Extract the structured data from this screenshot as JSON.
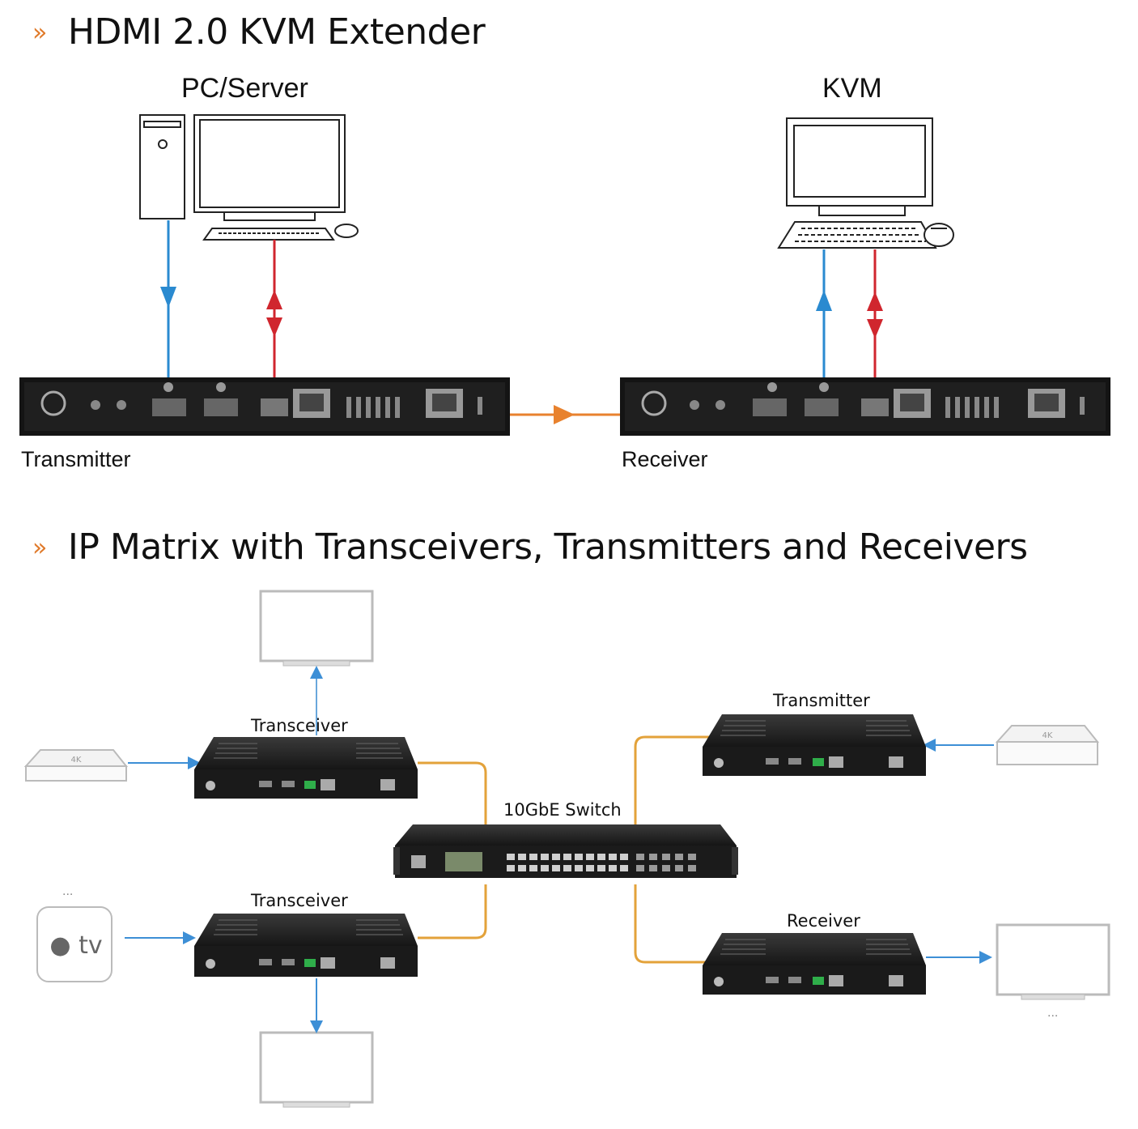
{
  "section1": {
    "marker": "»",
    "title": "HDMI 2.0 KVM Extender",
    "labels": {
      "source": "PC/Server",
      "destination": "KVM",
      "transmitter": "Transmitter",
      "receiver": "Receiver"
    }
  },
  "section2": {
    "marker": "»",
    "title": "IP Matrix with Transceivers, Transmitters and Receivers",
    "labels": {
      "transceiver_top": "Transceiver",
      "transceiver_bottom": "Transceiver",
      "transmitter": "Transmitter",
      "receiver": "Receiver",
      "switch": "10GbE Switch",
      "source_box_left": "4K",
      "source_box_right": "4K",
      "apple_tv": "tv",
      "ellipsis_top": "...",
      "ellipsis_bottom": "..."
    }
  },
  "colors": {
    "accent_marker": "#e07a2a",
    "video_line": "#2a8ad0",
    "usb_line": "#d0262e",
    "network_line": "#e8822e",
    "cable_line": "#e3a23a",
    "device_body": "#1e1e1e"
  }
}
